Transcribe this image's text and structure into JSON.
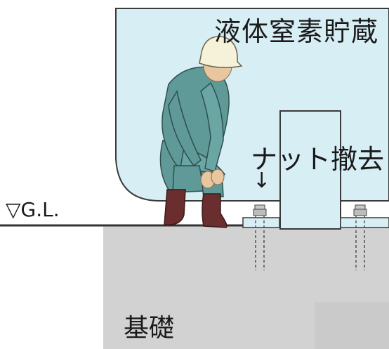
{
  "diagram": {
    "tank_label": "液体窒素貯蔵",
    "nut_label": "ナット撤去",
    "arrow_glyph": "↓",
    "ground_label": "▽G.L.",
    "foundation_label": "基礎"
  },
  "colors": {
    "tank_fill": "#d8eef5",
    "tank_stroke": "#3a3a3a",
    "foundation_fill": "#d2d2d2",
    "ground_line": "#333333",
    "worker_suit": "#5f9a98",
    "worker_suit_dark": "#3f6f6d",
    "worker_helmet": "#f6f2da",
    "worker_boots": "#6a2e2e",
    "worker_skin": "#e8c6a0"
  }
}
